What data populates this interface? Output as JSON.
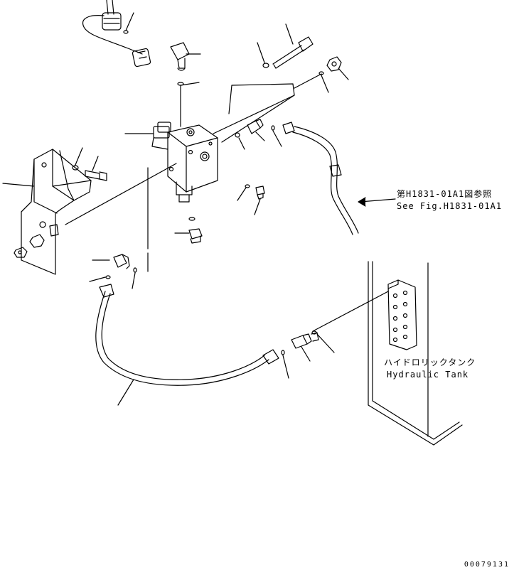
{
  "callouts": {
    "ref_ja": "第H1831-01A1図参照",
    "ref_en": "See Fig.H1831-01A1",
    "tank_ja": "ハイドロリックタンク",
    "tank_en": "Hydraulic Tank"
  },
  "drawing_number": "00079131"
}
